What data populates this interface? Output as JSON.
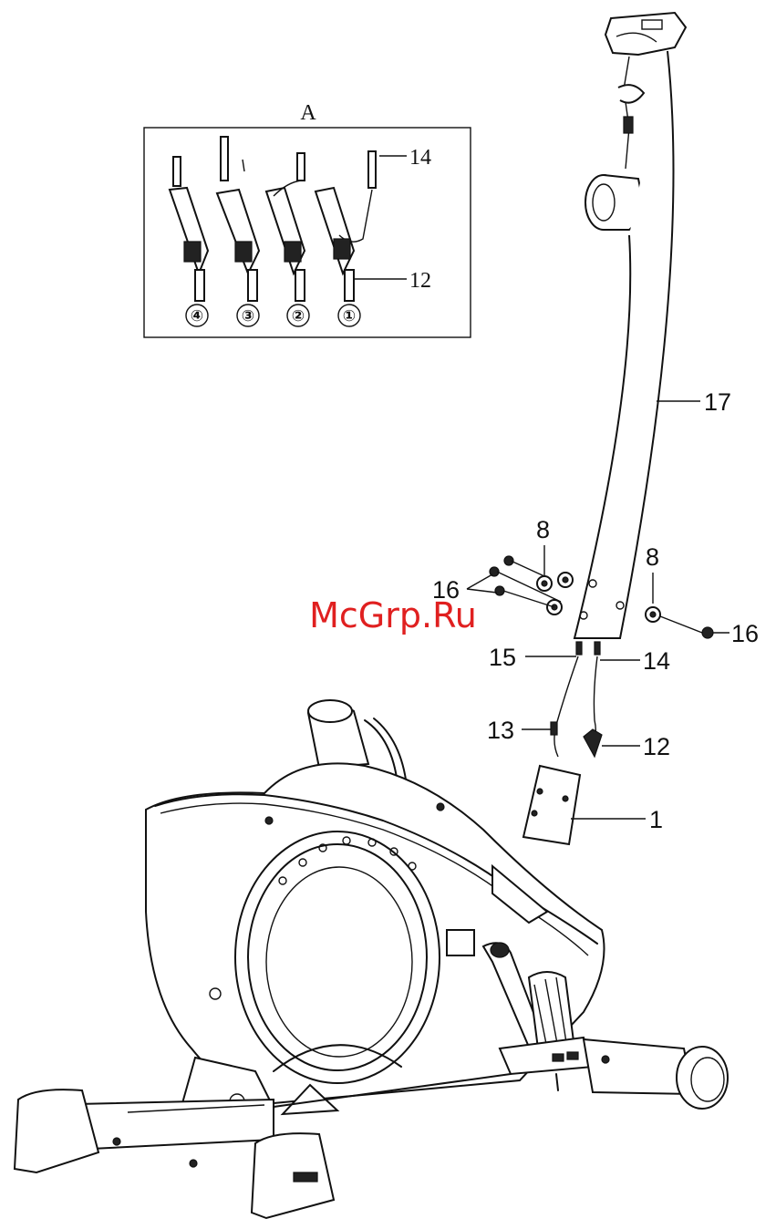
{
  "inset": {
    "title": "A",
    "steps": [
      "④",
      "③",
      "②",
      "①"
    ],
    "callout_14": "14",
    "callout_12": "12"
  },
  "callouts": {
    "c17": "17",
    "c8_left": "8",
    "c8_right": "8",
    "c16_left": "16",
    "c16_right": "16",
    "c15": "15",
    "c14": "14",
    "c13": "13",
    "c12": "12",
    "c1": "1"
  },
  "watermark": "McGrp.Ru"
}
